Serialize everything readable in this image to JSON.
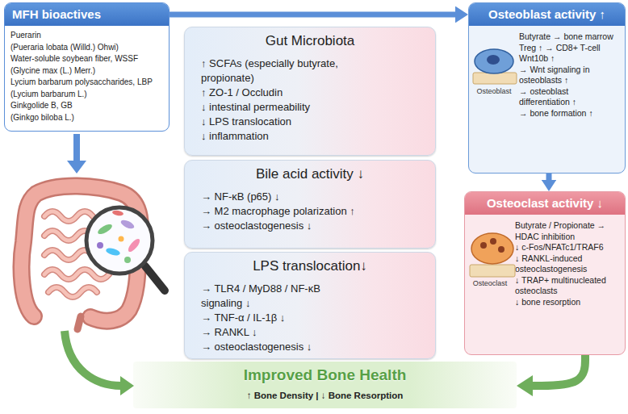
{
  "diagram": {
    "nodes": [
      {
        "text": [
          "MFH bioactives",
          "Puerarin",
          "(Pueraria lobata (Willd.) Ohwi)",
          "Water-soluble soybean fiber, WSSF",
          "(Glycine max (L.) Merr.)",
          "Lycium barbarum polysaccharides, LBP",
          "(Lycium barbarum L.)",
          "Ginkgolide B, GB",
          "(Ginkgo biloba L.)"
        ]
      },
      {
        "text": [
          "Gut Microbiota",
          "↑ SCFAs (especially butyrate, propionate)",
          "↑ ZO-1 / Occludin",
          "↓ intestinal permeability",
          "↓ LPS translocation",
          "↓ inflammation"
        ]
      },
      {
        "text": [
          "Bile acid activity ↓",
          "→ NF-κB (p65) ↓",
          "→ M2 macrophage polarization ↑",
          "→ osteoclastogenesis ↓"
        ]
      },
      {
        "text": [
          "LPS translocation↓",
          "→ TLR4 / MyD88 / NF-κB signaling ↓",
          "→ TNF-α / IL-1β ↓",
          "→ RANKL ↓",
          "→ osteoclastogenesis ↓"
        ]
      },
      {
        "text": [
          "Osteoblast activity ↑",
          "Butyrate → bone marrow Treg ↑ → CD8+ T-cell Wnt10b ↑",
          "→ Wnt signaling in osteoblasts ↑",
          "→ osteoblast differentiation ↑",
          "→ bone formation ↑",
          "Osteoblast"
        ]
      },
      {
        "text": [
          "Osteoclast activity ↓",
          "Butyrate / Propionate → HDAC inhibition",
          "↓ c-Fos/NFATc1/TRAF6",
          "↓ RANKL-induced osteoclastogenesis",
          "↓ TRAP+ multinucleated osteoclasts",
          "↓ bone resorption",
          "Osteoclast"
        ]
      },
      {
        "text": [
          "Improved Bone Health",
          "↑ Bone Density | ↓ Bone Resorption"
        ]
      }
    ],
    "edges": [
      {
        "from": 0,
        "to": 4,
        "arrow": "to"
      },
      {
        "from": 4,
        "to": 5,
        "arrow": "to"
      },
      {
        "from": 5,
        "to": 6,
        "arrow": "to"
      }
    ]
  }
}
